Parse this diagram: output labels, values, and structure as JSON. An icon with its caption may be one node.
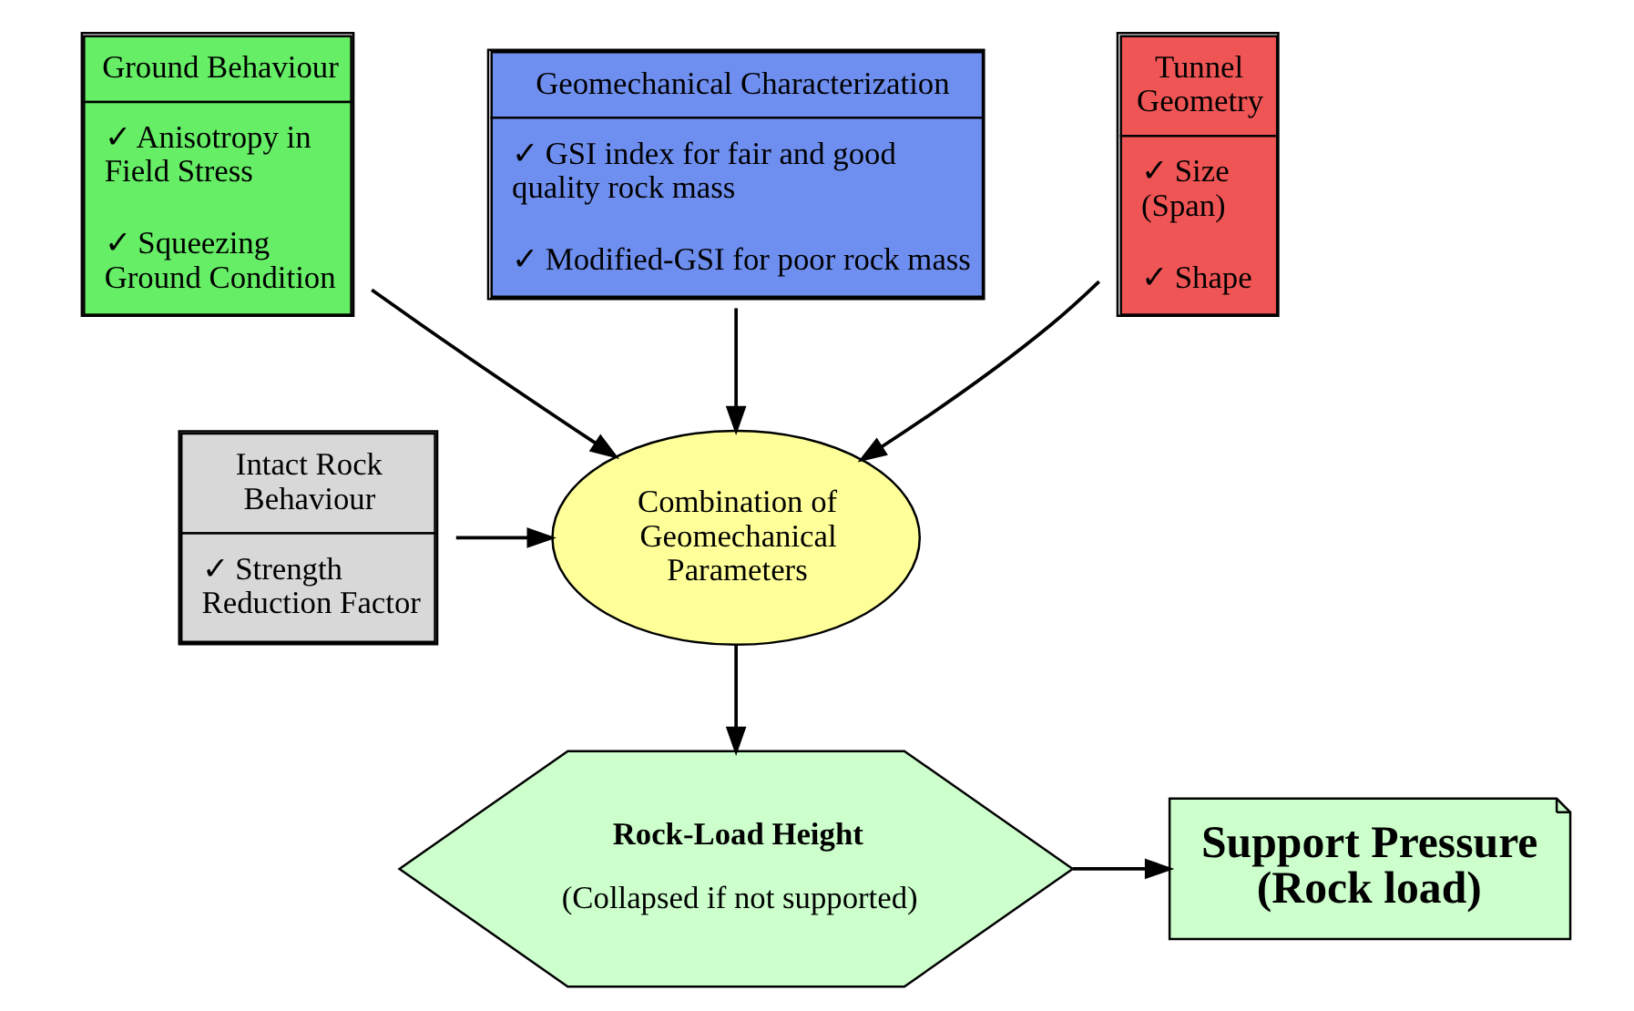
{
  "diagram": {
    "nodes": [
      {
        "text": [
          "Ground Behaviour",
          "✓ Anisotropy in Field Stress",
          "✓ Squeezing Ground Condition"
        ]
      },
      {
        "text": [
          "Geomechanical Characterization",
          "✓ GSI index for fair and good quality rock mass",
          "✓ Modified-GSI for poor rock mass"
        ]
      },
      {
        "text": [
          "Tunnel Geometry",
          "✓ Size (Span)",
          "✓ Shape"
        ]
      },
      {
        "text": [
          "Combination of Geomechanical Parameters"
        ]
      },
      {
        "text": [
          "Intact Rock Behaviour",
          "✓ Strength Reduction Factor"
        ]
      },
      {
        "text": [
          "Rock-Load Height",
          "(Collapsed if not supported)"
        ]
      },
      {
        "text": [
          "Support Pressure (Rock load)"
        ]
      }
    ],
    "edges": [
      {
        "from": 0,
        "to": 3,
        "arrow": "to"
      },
      {
        "from": 1,
        "to": 3,
        "arrow": "to"
      },
      {
        "from": 2,
        "to": 3,
        "arrow": "to"
      },
      {
        "from": 4,
        "to": 3,
        "arrow": "to"
      },
      {
        "from": 3,
        "to": 5,
        "arrow": "to"
      },
      {
        "from": 5,
        "to": 6,
        "arrow": "to"
      }
    ]
  }
}
